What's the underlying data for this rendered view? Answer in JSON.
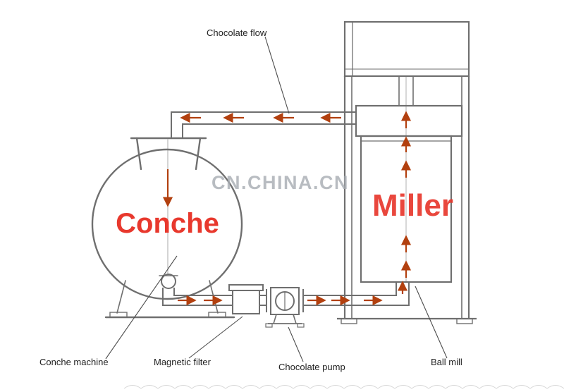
{
  "labels": {
    "chocolate_flow": "Chocolate flow",
    "conche_machine": "Conche machine",
    "magnetic_filter": "Magnetic filter",
    "chocolate_pump": "Chocolate pump",
    "ball_mill": "Ball mill"
  },
  "machine_names": {
    "conche": "Conche",
    "miller": "Miller"
  },
  "watermark": "CN.CHINA.CN",
  "colors": {
    "line": "#6f6f6f",
    "flow_arrow": "#b2400f",
    "machine_name_text": "#e8382d",
    "label_text": "#1f1f1f",
    "watermark_text": "#a7acb2",
    "background": "#ffffff"
  }
}
